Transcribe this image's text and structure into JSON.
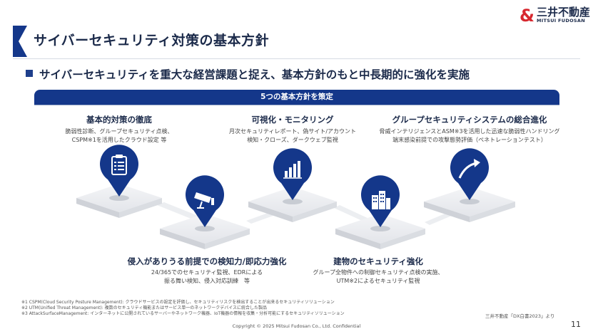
{
  "header": {
    "title": "サイバーセキュリティ対策の基本方針",
    "logo_jp": "三井不動産",
    "logo_en": "MITSUI FUDOSAN"
  },
  "subtitle": "サイバーセキュリティを重大な経営課題と捉え、基本方針のもと中長期的に強化を実施",
  "banner": "5つの基本方針を策定",
  "policies": [
    {
      "title": "基本的対策の徹底",
      "desc1": "脆弱性診断、グループセキュリティ点検、",
      "desc2": "CSPM※1を活用したクラウド設定 等",
      "icon": "clipboard-checklist-icon"
    },
    {
      "title": "侵入がありうる前提での検知力/即応力強化",
      "desc1": "24/365でのセキュリティ監視、EDRによる",
      "desc2": "振る舞い検知、侵入対応訓練　等",
      "icon": "security-camera-icon"
    },
    {
      "title": "可視化・モニタリング",
      "desc1": "月次セキュリティレポート、偽サイト/アカウント",
      "desc2": "検知・クローズ、ダークウェブ監視",
      "icon": "bar-chart-icon"
    },
    {
      "title": "建物のセキュリティ強化",
      "desc1": "グループ全物件への制御セキュリティ点検の実施、",
      "desc2": "UTM※2によるセキュリティ監視",
      "icon": "buildings-icon"
    },
    {
      "title": "グループセキュリティシステムの総合進化",
      "desc1": "脅威インテリジェンスとASM※3を活用した迅速な脆弱性ハンドリング",
      "desc2": "端末感染前提での攻撃態勢評価（ペネトレーションテスト）",
      "icon": "upward-trend-arrow-icon"
    }
  ],
  "notes": [
    "※1 CSPM(Cloud Security Posture Management): クラウドサービスの設定を評価し、セキュリティリスクを検出することが出来るセキュリティソリューション",
    "※2 UTM(Unified Threat Management): 複数のセキュリティ機能またはサービス単一のネットワークデバイスに統合した製品",
    "※3 AttackSurfaceManagement: インターネットに公開されているサーバーやネットワーク機器、IoT機器の情報を収集・分析可能にするセキュリティソリューション"
  ],
  "source": "三井不動産「DX白書2023」より",
  "copyright": "Copyright © 2025 Mitsui Fudosan Co., Ltd. Confidential",
  "page_number": "11",
  "colors": {
    "navy": "#14378a",
    "dark_navy": "#1b2a4a",
    "logo_red": "#d7282f"
  }
}
